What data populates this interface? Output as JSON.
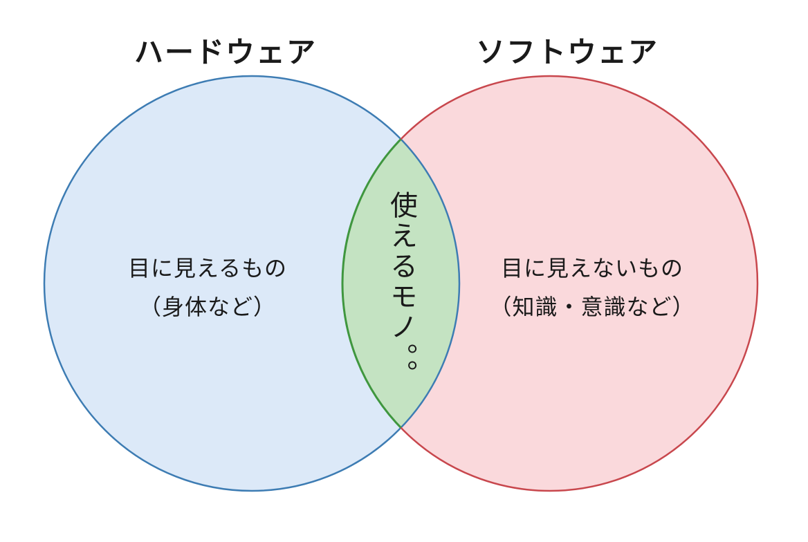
{
  "sets": [
    {
      "title": "ハードウェア",
      "line1": "目に見えるもの",
      "line2": "（身体など）",
      "fill": "#dce9f8",
      "stroke": "#3d7cb3"
    },
    {
      "title": "ソフトウェア",
      "line1": "目に見えないもの",
      "line2": "（知識・意識など）",
      "fill": "#fad9dc",
      "stroke": "#c8474d"
    }
  ],
  "intersection": {
    "label": "使えるモノ。。",
    "fill": "#c4e3c2",
    "stroke": "#3f973f"
  }
}
